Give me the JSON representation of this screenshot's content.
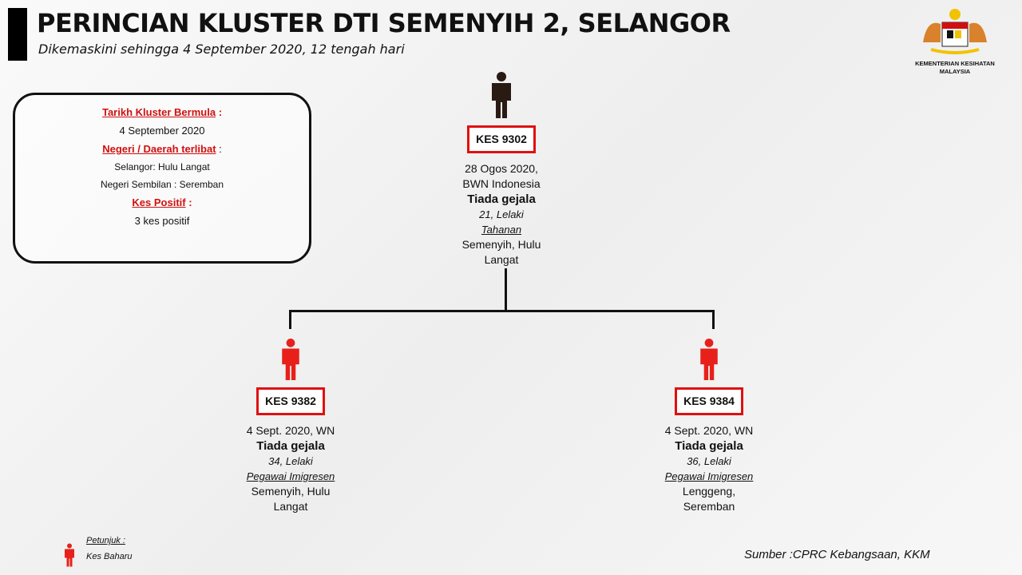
{
  "header": {
    "title": "PERINCIAN KLUSTER DTI SEMENYIH 2, SELANGOR",
    "subtitle": "Dikemaskini sehingga 4 September 2020, 12 tengah hari"
  },
  "logo": {
    "line1": "KEMENTERIAN KESIHATAN",
    "line2": "MALAYSIA"
  },
  "info": {
    "start_label": "Tarikh Kluster Bermula",
    "start_value": "4 September 2020",
    "region_label": "Negeri / Daerah terlibat",
    "region1": "Selangor: Hulu Langat",
    "region2": "Negeri Sembilan : Seremban",
    "positive_label": "Kes Positif",
    "positive_value": "3 kes positif",
    "colon": ":"
  },
  "cases": [
    {
      "id": "KES 9302",
      "line1": "28 Ogos 2020,",
      "line2": "BWN Indonesia",
      "symptom": "Tiada gejala",
      "age": "21, Lelaki",
      "role": "Tahanan",
      "loc1": "Semenyih, Hulu",
      "loc2": "Langat",
      "color": "#2a1a14"
    },
    {
      "id": "KES 9382",
      "line1": "4 Sept. 2020, WN",
      "symptom": "Tiada gejala",
      "age": "34, Lelaki",
      "role": "Pegawai Imigresen",
      "loc1": "Semenyih, Hulu",
      "loc2": "Langat",
      "color": "#e8201a"
    },
    {
      "id": "KES 9384",
      "line1": "4 Sept. 2020, WN",
      "symptom": "Tiada gejala",
      "age": "36, Lelaki",
      "role": "Pegawai Imigresen",
      "loc1": "Lenggeng,",
      "loc2": "Seremban",
      "color": "#e8201a"
    }
  ],
  "legend": {
    "title": "Petunjuk :",
    "item": "Kes Baharu"
  },
  "source": "Sumber :CPRC Kebangsaan,  KKM"
}
